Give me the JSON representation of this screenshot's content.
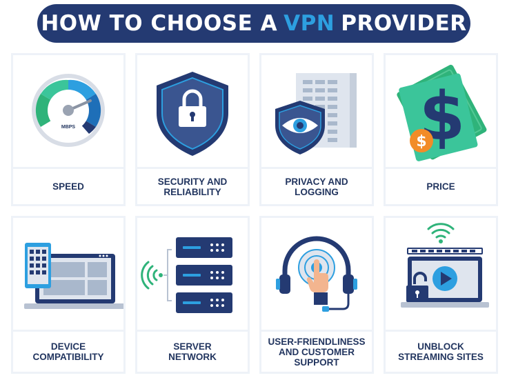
{
  "title": {
    "before": "HOW TO CHOOSE A",
    "accent": "VPN",
    "after": "PROVIDER"
  },
  "colors": {
    "navy": "#243a72",
    "blue": "#2d9fe0",
    "green": "#2fb37a",
    "orange": "#f28c28",
    "card_border": "#eef2f8"
  },
  "cards": [
    {
      "label": "SPEED",
      "icon": "speedometer-icon",
      "icon_text": "MBPS"
    },
    {
      "label": "SECURITY AND\nRELIABILITY",
      "icon": "shield-lock-icon"
    },
    {
      "label": "PRIVACY AND\nLOGGING",
      "icon": "eye-shield-icon"
    },
    {
      "label": "PRICE",
      "icon": "dollar-icon"
    },
    {
      "label": "DEVICE\nCOMPATIBILITY",
      "icon": "devices-icon"
    },
    {
      "label": "SERVER\nNETWORK",
      "icon": "server-icon"
    },
    {
      "label": "USER-FRIENDLINESS\nAND CUSTOMER\nSUPPORT",
      "icon": "headset-icon"
    },
    {
      "label": "UNBLOCK\nSTREAMING SITES",
      "icon": "streaming-icon"
    }
  ]
}
